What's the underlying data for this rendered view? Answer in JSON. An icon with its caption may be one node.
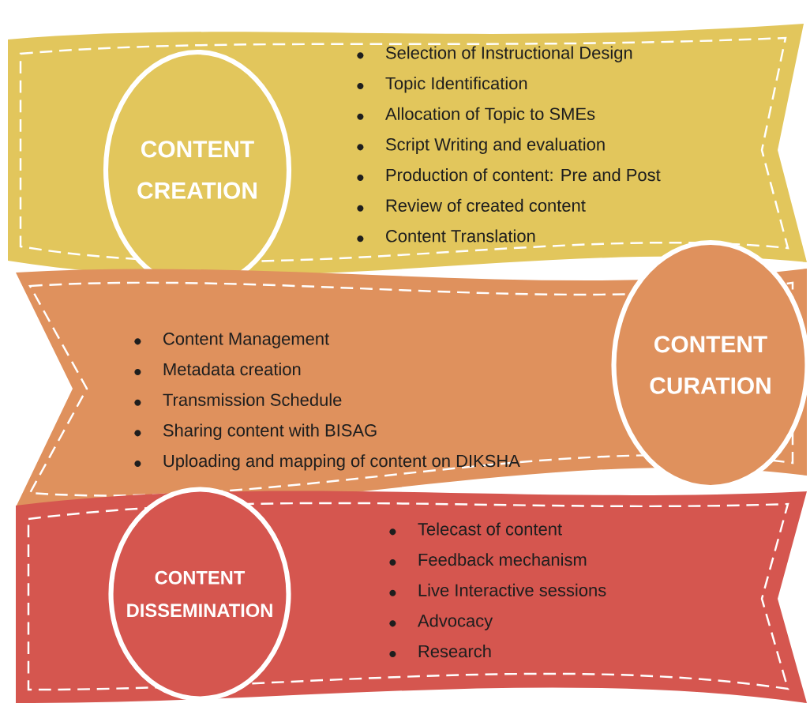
{
  "diagram": {
    "nodes": [
      {
        "text": [
          "Selection of Instructional Design",
          "Topic Identification",
          "Allocation of Topic to SMEs",
          "Script Writing and evaluation",
          "Production of content: Pre and Post",
          "Review of created content",
          "Content Translation"
        ]
      },
      {
        "text": [
          "CONTENT CREATION"
        ],
        "in": 0
      },
      {
        "text": [
          "Content Management",
          "Metadata creation",
          "Transmission Schedule",
          "Sharing content with BISAG",
          "Uploading and mapping of content on DIKSHA"
        ]
      },
      {
        "text": [
          "CONTENT CURATION"
        ],
        "in": 2
      },
      {
        "text": [
          "Telecast of content",
          "Feedback mechanism",
          "Live Interactive sessions",
          "Advocacy",
          "Research"
        ]
      },
      {
        "text": [
          "CONTENT DISSEMINATION"
        ],
        "in": 4
      }
    ]
  }
}
